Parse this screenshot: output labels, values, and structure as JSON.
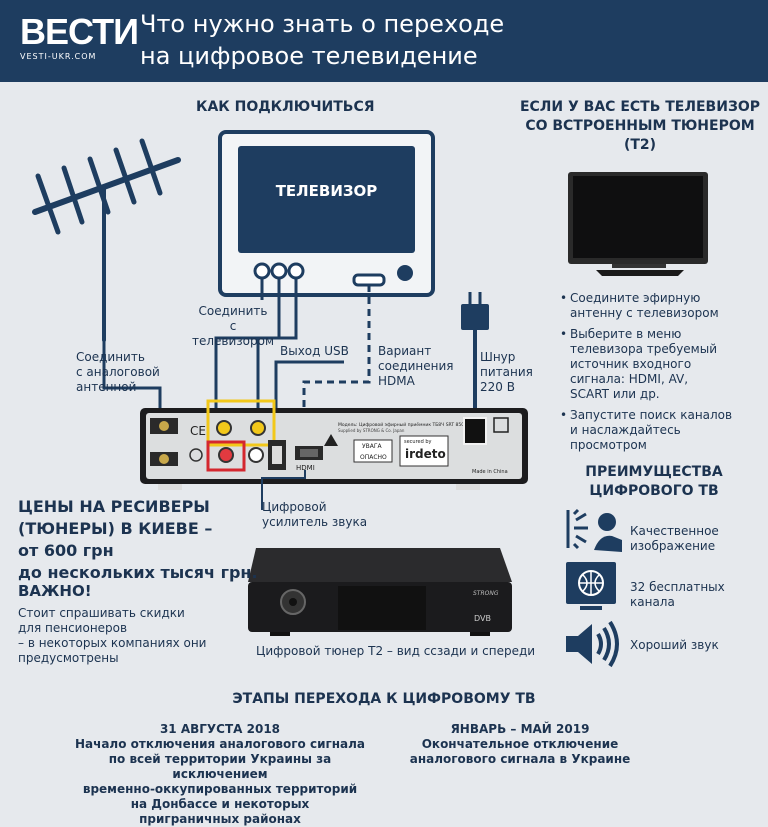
{
  "header": {
    "logo_text": "ВЕСТИ",
    "logo_sub": "VESTI-UKR.COM",
    "title_line1": "Что нужно знать о переходе",
    "title_line2": "на цифровое телевидение"
  },
  "connect": {
    "heading": "КАК ПОДКЛЮЧИТЬСЯ",
    "tv_label": "ТЕЛЕВИЗОР",
    "connect_tv_1": "Соединить",
    "connect_tv_2": "с телевизором",
    "analog_1": "Соединить",
    "analog_2": "с аналоговой",
    "analog_3": "антенной",
    "usb": "Выход USB",
    "variant_1": "Вариант",
    "variant_2": "соединения",
    "variant_3": "HDMA",
    "power_1": "Шнур",
    "power_2": "питания",
    "power_3": "220 В",
    "amp_1": "Цифровой",
    "amp_2": "усилитель звука",
    "panel_model": "Модель: Цифровой эфирный приёмник ТБ8Ч SRT 8500",
    "panel_supplied": "Supplied by STRONG & Co. Japan",
    "panel_warn1": "УВАГА",
    "panel_warn2": "ОПАСНО",
    "panel_secured": "secured by",
    "panel_irdeto": "irdeto",
    "panel_madein": "Made in China",
    "panel_hdmi": "HDMI"
  },
  "builtin": {
    "heading_1": "ЕСЛИ У ВАС ЕСТЬ ТЕЛЕВИЗОР",
    "heading_2": "СО ВСТРОЕННЫМ ТЮНЕРОМ",
    "heading_3": "(Т2)",
    "b1_1": "Соедините эфирную",
    "b1_2": "антенну с телевизором",
    "b2_1": "Выберите в меню",
    "b2_2": "телевизора требуемый",
    "b2_3": "источник входного",
    "b2_4": "сигнала: HDMI, AV,",
    "b2_5": "SCART или др.",
    "b3_1": "Запустите поиск каналов",
    "b3_2": "и наслаждайтесь",
    "b3_3": "просмотром"
  },
  "prices": {
    "l1": "ЦЕНЫ НА РЕСИВЕРЫ",
    "l2": "(ТЮНЕРЫ) В КИЕВЕ –",
    "l3": "от 600 грн",
    "l4": "до нескольких тысяч грн.",
    "important": "ВАЖНО!",
    "n1": "Стоит спрашивать скидки",
    "n2": "для пенсионеров",
    "n3": "– в некоторых компаниях они",
    "n4": "предусмотрены"
  },
  "tuner": {
    "brand": "STRONG",
    "dvb": "DVB",
    "caption": "Цифровой тюнер Т2 – вид ссзади и спереди"
  },
  "advantages": {
    "heading_1": "ПРЕИМУЩЕСТВА",
    "heading_2": "ЦИФРОВОГО ТВ",
    "a1_1": "Качественное",
    "a1_2": "изображение",
    "a2_1": "32 бесплатных",
    "a2_2": "канала",
    "a3": "Хороший звук"
  },
  "stages": {
    "heading": "ЭТАПЫ ПЕРЕХОДА К ЦИФРОВОМУ ТВ",
    "s1_date": "31 АВГУСТА 2018",
    "s1_1": "Начало отключения аналогового сигнала",
    "s1_2": "по всей территории Украины за исключением",
    "s1_3": "временно-оккупированных территорий",
    "s1_4": "на Донбассе и некоторых",
    "s1_5": "приграничных районах",
    "s2_date": "ЯНВАРЬ – МАЙ 2019",
    "s2_1": "Окончательное отключение",
    "s2_2": "аналогового сигнала в Украине"
  },
  "colors": {
    "navy": "#1e3d60",
    "background": "#e6e9ed",
    "accent_yellow": "#f2c81a",
    "accent_red": "#d4272e"
  }
}
